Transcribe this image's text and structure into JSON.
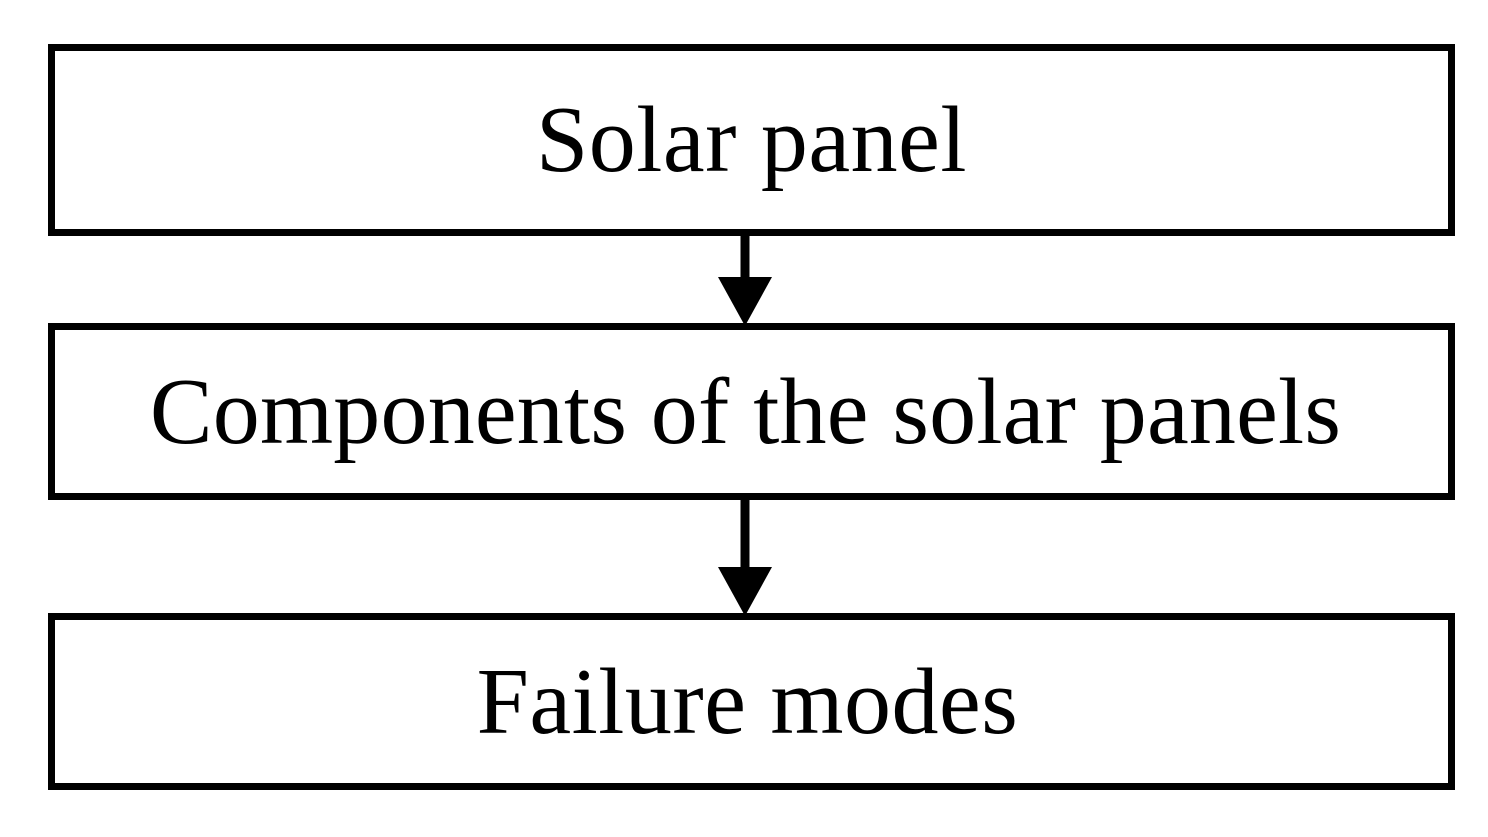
{
  "diagram": {
    "type": "flowchart",
    "orientation": "vertical",
    "background_color": "#FFFFFF",
    "stroke_color": "#000000",
    "nodes": [
      {
        "id": "node-1",
        "label": "Solar panel",
        "shape": "rectangle"
      },
      {
        "id": "node-2",
        "label": "Components of the solar panels",
        "shape": "rectangle"
      },
      {
        "id": "node-3",
        "label": "Failure modes",
        "shape": "rectangle"
      }
    ],
    "edges": [
      {
        "id": "edge-1",
        "from": "node-1",
        "to": "node-2",
        "style": "solid-arrow",
        "label": ""
      },
      {
        "id": "edge-2",
        "from": "node-2",
        "to": "node-3",
        "style": "solid-arrow",
        "label": ""
      }
    ]
  }
}
